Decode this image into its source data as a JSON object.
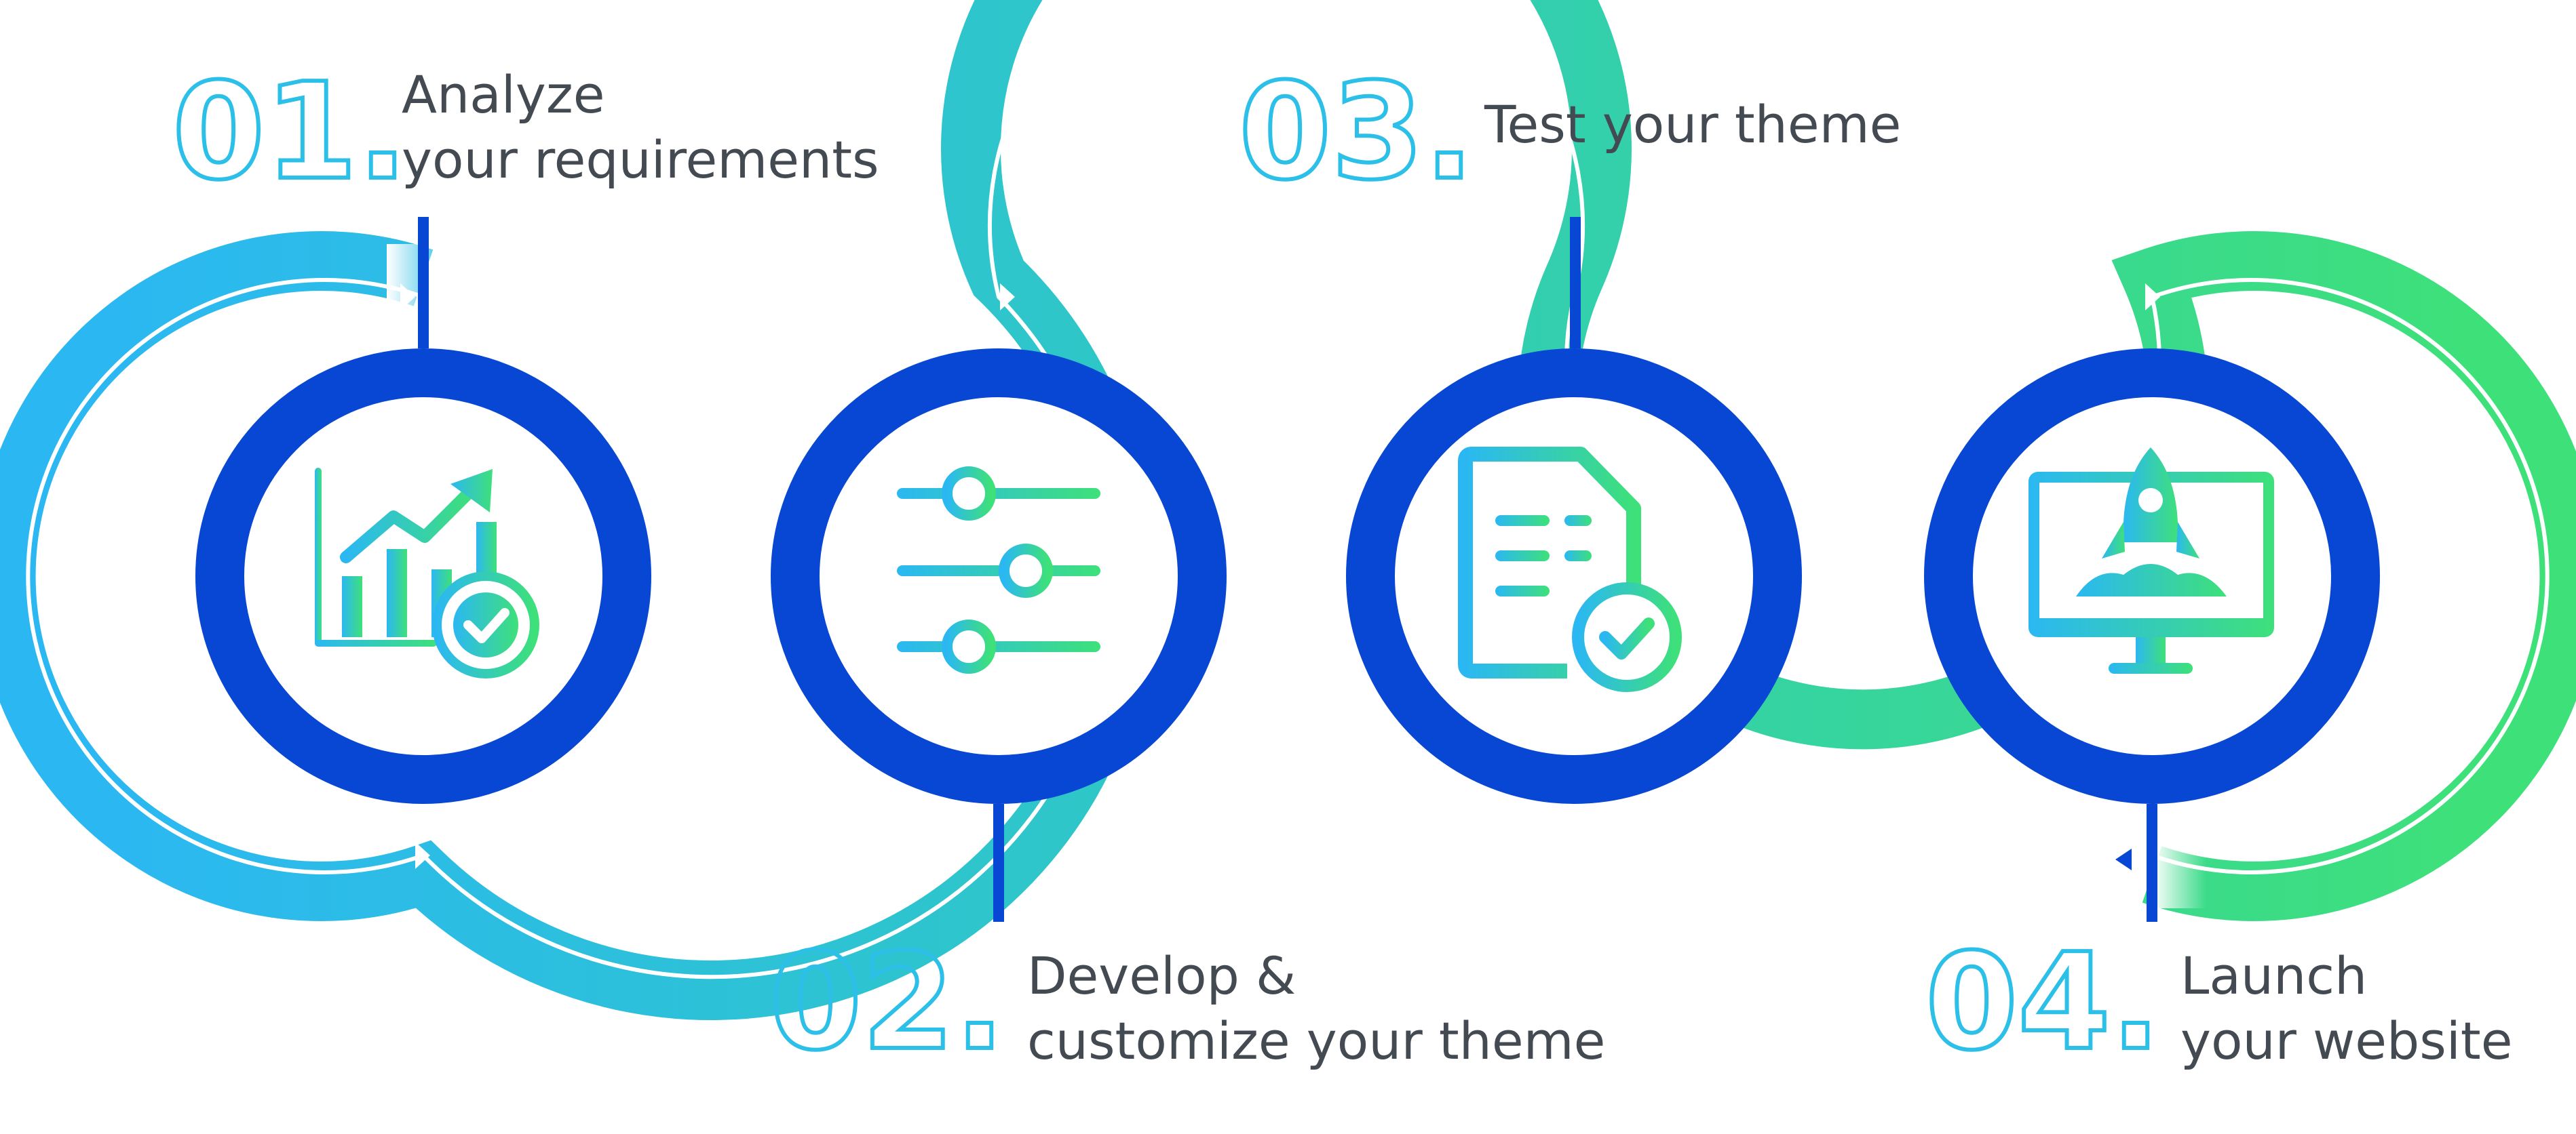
{
  "colors": {
    "wave_start": "#2bb8f2",
    "wave_mid": "#2ec8c4",
    "wave_end": "#3ee07a",
    "ring": "#0747d4",
    "number_outline": "#2cc0e8",
    "text": "#444a52",
    "icon_start": "#2bb8f2",
    "icon_end": "#3ee07a"
  },
  "steps": [
    {
      "number": "01.",
      "line1": "Analyze",
      "line2": "your requirements",
      "icon": "chart-check-icon"
    },
    {
      "number": "02.",
      "line1": "Develop &",
      "line2": "customize your theme",
      "icon": "sliders-icon"
    },
    {
      "number": "03.",
      "line1": "Test your theme",
      "line2": "",
      "icon": "document-check-icon"
    },
    {
      "number": "04.",
      "line1": "Launch",
      "line2": "your website",
      "icon": "monitor-rocket-icon"
    }
  ]
}
